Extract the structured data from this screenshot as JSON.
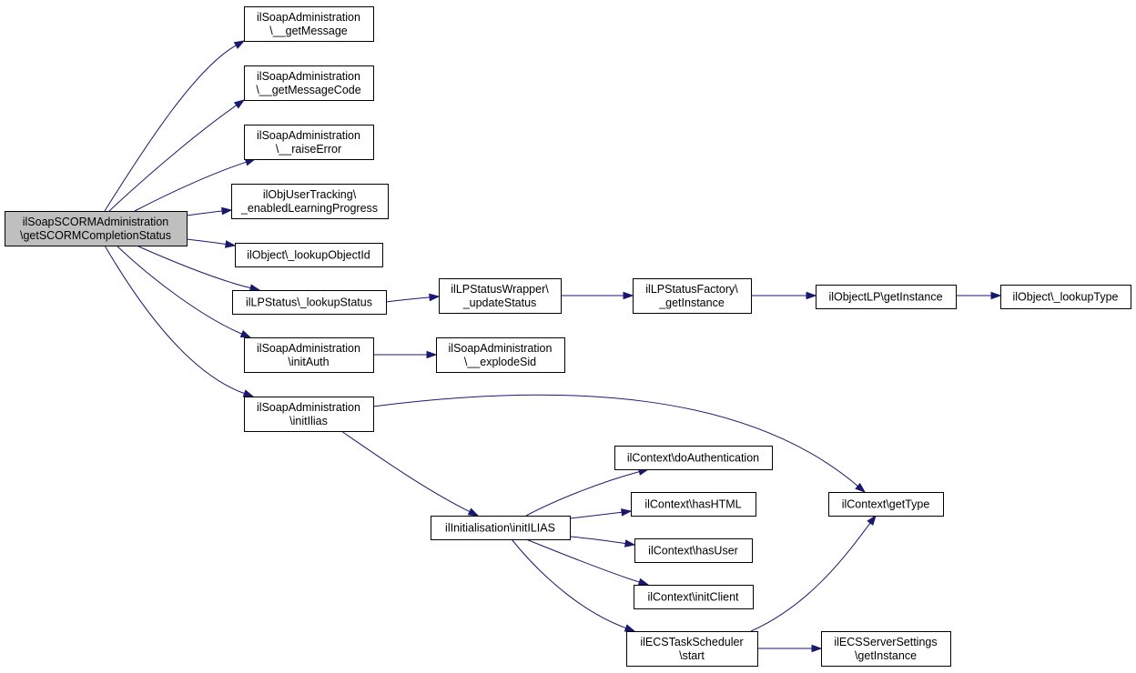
{
  "diagram": {
    "colors": {
      "edge": "#191970",
      "root_fill": "#bfbfbf",
      "node_fill": "#ffffff",
      "border": "#000000"
    },
    "nodes": [
      {
        "id": "root",
        "lines": [
          "ilSoapSCORMAdministration",
          "\\getSCORMCompletionStatus"
        ],
        "root": true
      },
      {
        "id": "getMessage",
        "lines": [
          "ilSoapAdministration",
          "\\__getMessage"
        ]
      },
      {
        "id": "getMessageCode",
        "lines": [
          "ilSoapAdministration",
          "\\__getMessageCode"
        ]
      },
      {
        "id": "raiseError",
        "lines": [
          "ilSoapAdministration",
          "\\__raiseError"
        ]
      },
      {
        "id": "enabledLP",
        "lines": [
          "ilObjUserTracking\\",
          "_enabledLearningProgress"
        ]
      },
      {
        "id": "lookupObjectId",
        "lines": [
          "ilObject\\_lookupObjectId"
        ]
      },
      {
        "id": "lookupStatus",
        "lines": [
          "ilLPStatus\\_lookupStatus"
        ]
      },
      {
        "id": "initAuth",
        "lines": [
          "ilSoapAdministration",
          "\\initAuth"
        ]
      },
      {
        "id": "initIlias",
        "lines": [
          "ilSoapAdministration",
          "\\initIlias"
        ]
      },
      {
        "id": "updateStatus",
        "lines": [
          "ilLPStatusWrapper\\",
          "_updateStatus"
        ]
      },
      {
        "id": "explodeSid",
        "lines": [
          "ilSoapAdministration",
          "\\__explodeSid"
        ]
      },
      {
        "id": "factoryGetInstance",
        "lines": [
          "ilLPStatusFactory\\",
          "_getInstance"
        ]
      },
      {
        "id": "objectLPGetInstance",
        "lines": [
          "ilObjectLP\\getInstance"
        ]
      },
      {
        "id": "lookupType",
        "lines": [
          "ilObject\\_lookupType"
        ]
      },
      {
        "id": "initILIAS",
        "lines": [
          "ilInitialisation\\initILIAS"
        ]
      },
      {
        "id": "doAuthentication",
        "lines": [
          "ilContext\\doAuthentication"
        ]
      },
      {
        "id": "hasHTML",
        "lines": [
          "ilContext\\hasHTML"
        ]
      },
      {
        "id": "hasUser",
        "lines": [
          "ilContext\\hasUser"
        ]
      },
      {
        "id": "initClient",
        "lines": [
          "ilContext\\initClient"
        ]
      },
      {
        "id": "schedulerStart",
        "lines": [
          "ilECSTaskScheduler",
          "\\start"
        ]
      },
      {
        "id": "getType",
        "lines": [
          "ilContext\\getType"
        ]
      },
      {
        "id": "ecsGetInstance",
        "lines": [
          "ilECSServerSettings",
          "\\getInstance"
        ]
      }
    ],
    "edges": [
      [
        "root",
        "getMessage"
      ],
      [
        "root",
        "getMessageCode"
      ],
      [
        "root",
        "raiseError"
      ],
      [
        "root",
        "enabledLP"
      ],
      [
        "root",
        "lookupObjectId"
      ],
      [
        "root",
        "lookupStatus"
      ],
      [
        "root",
        "initAuth"
      ],
      [
        "root",
        "initIlias"
      ],
      [
        "lookupStatus",
        "updateStatus"
      ],
      [
        "updateStatus",
        "factoryGetInstance"
      ],
      [
        "factoryGetInstance",
        "objectLPGetInstance"
      ],
      [
        "objectLPGetInstance",
        "lookupType"
      ],
      [
        "initAuth",
        "explodeSid"
      ],
      [
        "initIlias",
        "getType"
      ],
      [
        "initIlias",
        "initILIAS"
      ],
      [
        "initILIAS",
        "doAuthentication"
      ],
      [
        "initILIAS",
        "hasHTML"
      ],
      [
        "initILIAS",
        "hasUser"
      ],
      [
        "initILIAS",
        "initClient"
      ],
      [
        "initILIAS",
        "schedulerStart"
      ],
      [
        "schedulerStart",
        "getType"
      ],
      [
        "schedulerStart",
        "ecsGetInstance"
      ]
    ]
  }
}
